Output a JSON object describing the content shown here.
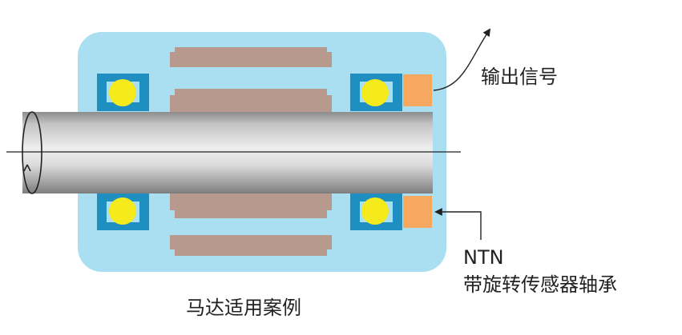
{
  "labels": {
    "output_signal": "输出信号",
    "brand": "NTN",
    "sensor_bearing": "带旋转传感器轴承",
    "caption": "马达适用案例"
  },
  "colors": {
    "housing": "#a9dff0",
    "rotor": "#b79a8d",
    "bearing_ring": "#1f8fc2",
    "ball": "#f4ea1c",
    "sensor": "#f7a860",
    "shaft_mid": "#e6e6e6",
    "shaft_edge": "#8f8f8f"
  },
  "icons": [
    "rotation-arrow-icon",
    "signal-arrow-icon",
    "pointer-arrow-icon"
  ]
}
